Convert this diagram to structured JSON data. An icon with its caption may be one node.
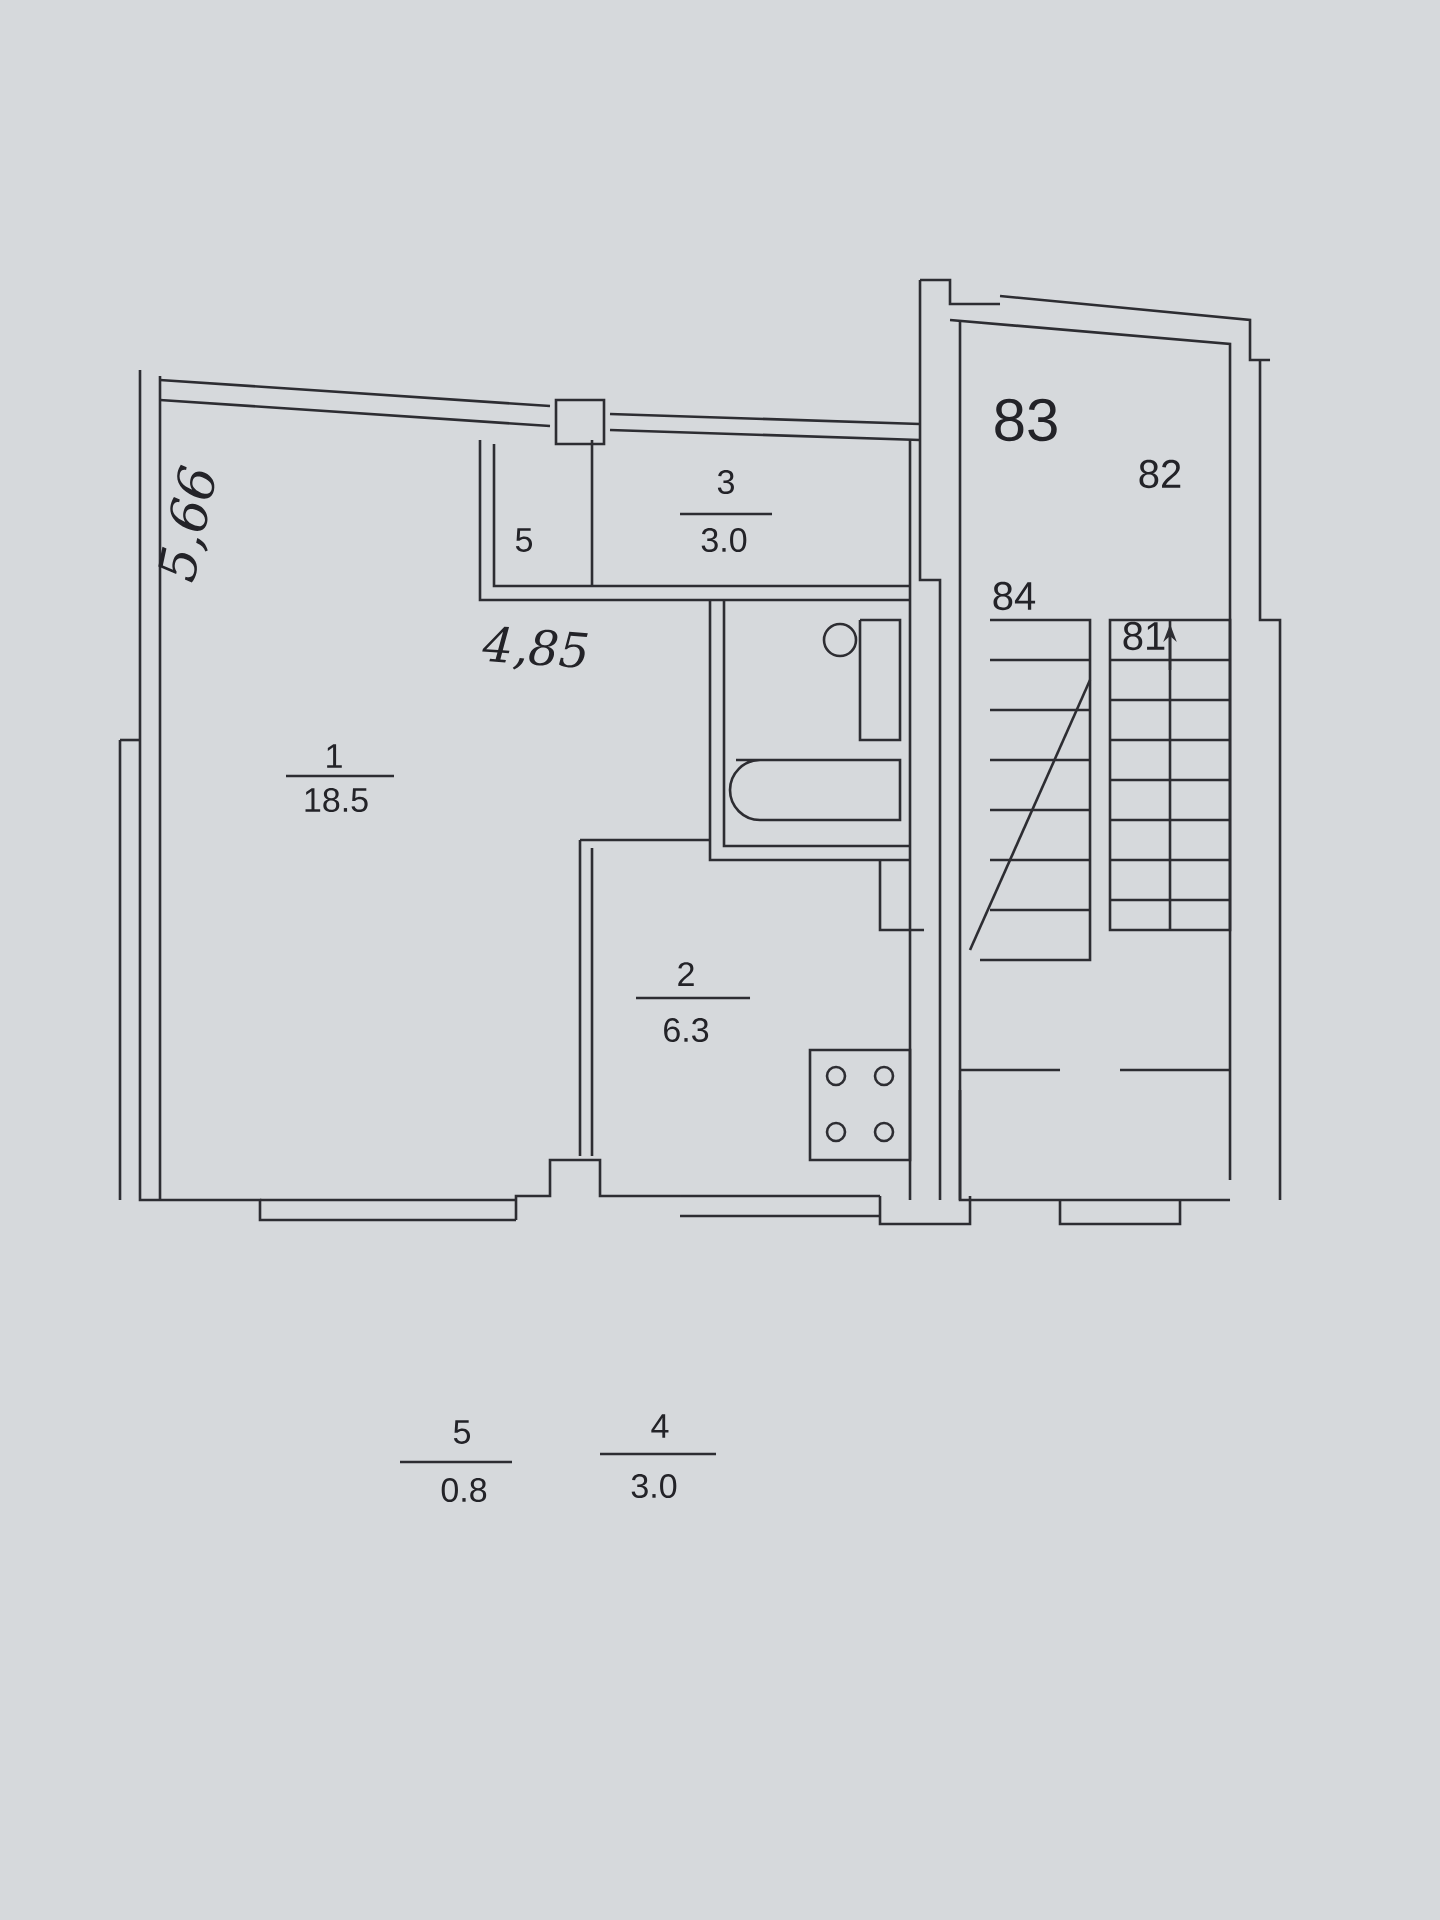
{
  "diagram": {
    "labels": [
      "83",
      "82",
      "5,66",
      "3",
      "3.0",
      "5",
      "84",
      "4,85",
      "81",
      "1",
      "18.5",
      "2",
      "6.3",
      "5",
      "0.8",
      "4",
      "3.0"
    ]
  }
}
